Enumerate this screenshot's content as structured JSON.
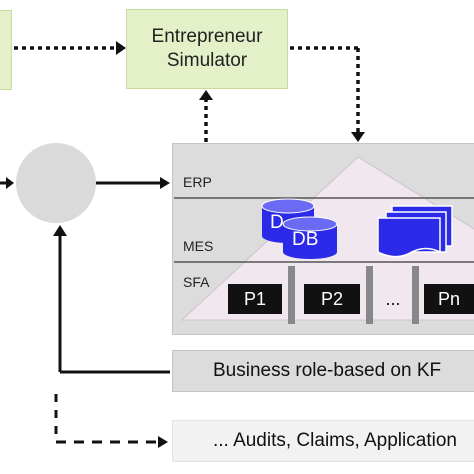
{
  "simulator": {
    "line1": "Entrepreneur",
    "line2": "Simulator"
  },
  "levels": {
    "erp": "ERP",
    "mes": "MES",
    "sfa": "SFA"
  },
  "databases": {
    "db_front": "DB",
    "db_back": "D"
  },
  "processes": [
    "P1",
    "P2",
    "...",
    "Pn"
  ],
  "bars": {
    "kpi": "Business role-based on KF",
    "audit": "... Audits, Claims, Application"
  },
  "colors": {
    "green": "#e4f0c8",
    "grey": "#dcdcdc",
    "db_blue": "#2a2ae8",
    "pyramid": "#f1e7ee"
  }
}
